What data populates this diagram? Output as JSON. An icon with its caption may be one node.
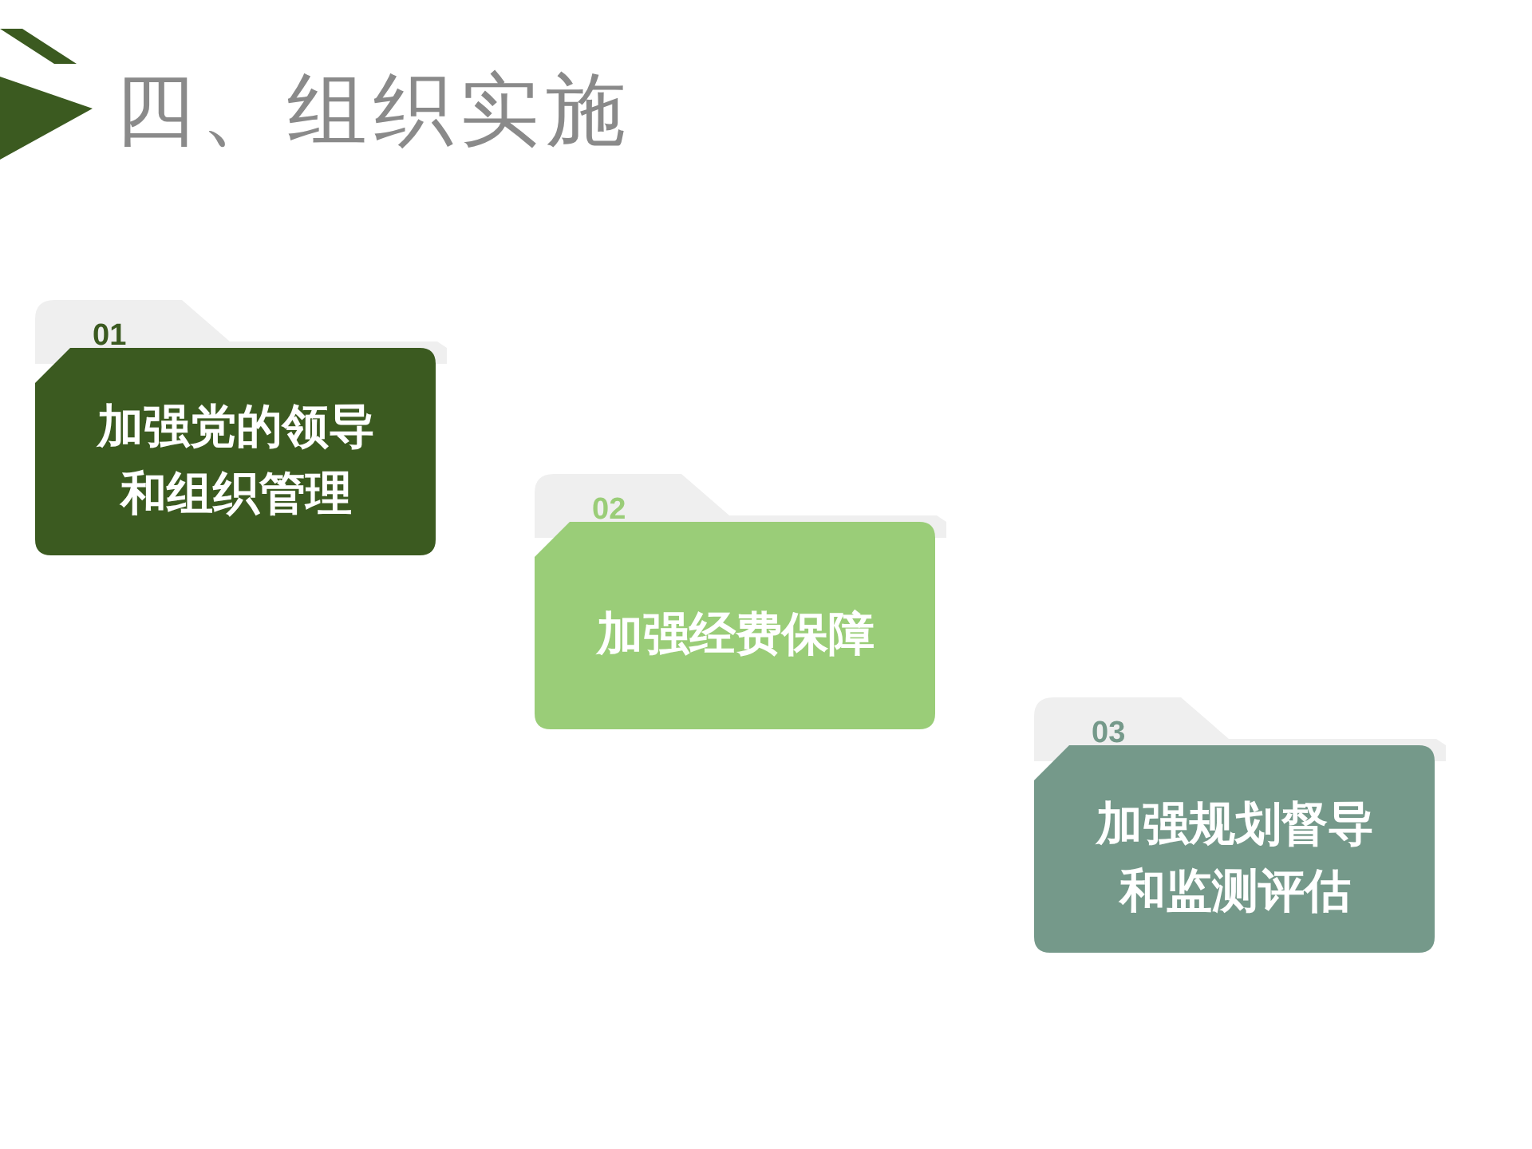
{
  "diagram": {
    "title": "四、组织实施",
    "nodes": [
      {
        "text": [
          "01"
        ]
      },
      {
        "text": [
          "加强党的领导和组织管理"
        ]
      },
      {
        "text": [
          "02"
        ]
      },
      {
        "text": [
          "加强经费保障"
        ]
      },
      {
        "text": [
          "03"
        ]
      },
      {
        "text": [
          "加强规划督导和监测评估"
        ]
      }
    ]
  }
}
